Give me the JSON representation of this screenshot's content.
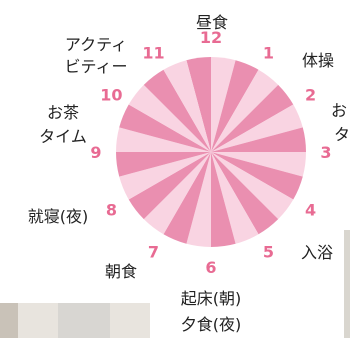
{
  "colors": {
    "wedge_dark": "#ea8fb0",
    "wedge_light": "#f9d4e2",
    "number": "#e86b93",
    "text": "#222222"
  },
  "diagram": {
    "numbers": [
      "12",
      "1",
      "2",
      "3",
      "4",
      "5",
      "6",
      "7",
      "8",
      "9",
      "10",
      "11"
    ],
    "activities": {
      "n12": "昼食",
      "n1": "体操",
      "n2a": "お",
      "n2b": "タ",
      "n4": "入浴",
      "n6a": "起床(朝)",
      "n6b": "夕食(夜)",
      "n7": "朝食",
      "n8": "就寝(夜)",
      "n10a": "お茶",
      "n10b": "タイム",
      "n11a": "アクティ",
      "n11b": "ビティー"
    }
  }
}
